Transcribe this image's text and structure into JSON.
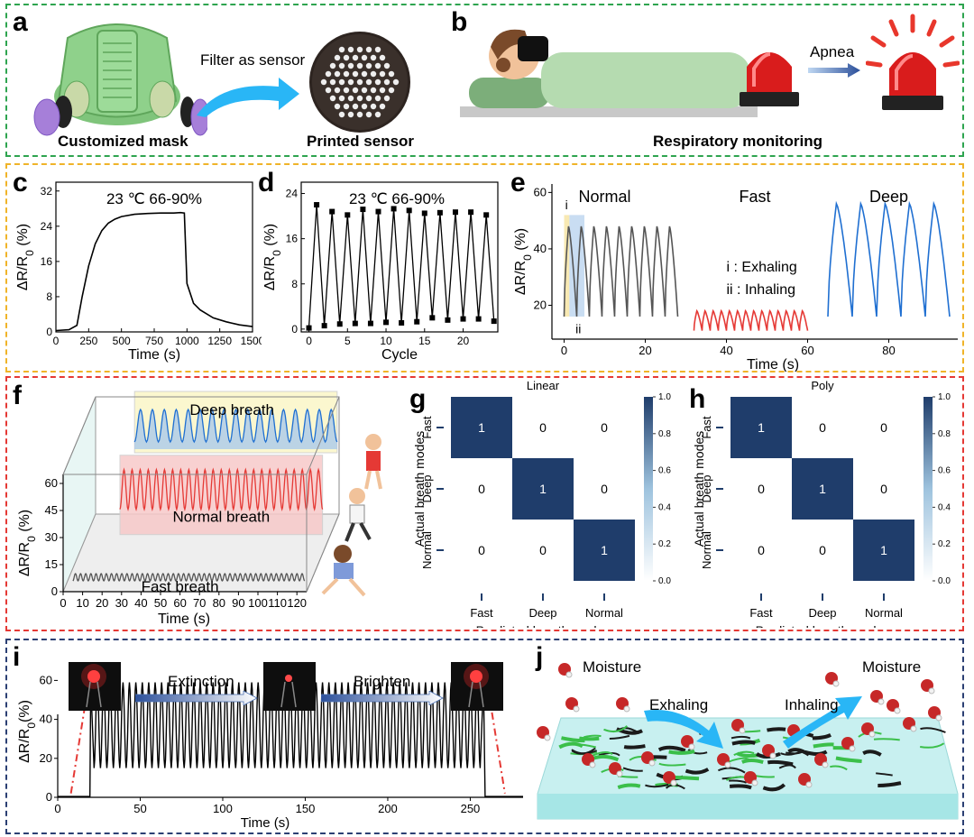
{
  "colors": {
    "box_ab": "#2ea44f",
    "box_cde": "#f0b429",
    "box_fgh": "#e53935",
    "box_ij": "#2b3f73",
    "mask_green": "#8fd18b",
    "arrow_cyan": "#29b6f6",
    "heat_dark": "#1f3d6b",
    "red_trace": "#e53935",
    "blue_trace": "#1f6fd1",
    "gray_trace": "#555555"
  },
  "panel_labels": [
    "a",
    "b",
    "c",
    "d",
    "e",
    "f",
    "g",
    "h",
    "i",
    "j"
  ],
  "panel_a": {
    "arrow_label": "Filter as sensor",
    "caption_left": "Customized mask",
    "caption_right": "Printed sensor"
  },
  "panel_b": {
    "arrow_label": "Apnea",
    "caption": "Respiratory monitoring"
  },
  "panel_j": {
    "moisture_left": "Moisture",
    "moisture_right": "Moisture",
    "exhaling": "Exhaling",
    "inhaling": "Inhaling"
  },
  "chart_data": [
    {
      "panel": "c",
      "type": "line",
      "title": "23 ℃ 66-90%",
      "xlabel": "Time (s)",
      "ylabel": "ΔR/R0 (%)",
      "xlim": [
        0,
        1500
      ],
      "ylim": [
        0,
        34
      ],
      "xticks": [
        "0",
        "250",
        "500",
        "750",
        "1000",
        "1250",
        "1500"
      ],
      "yticks": [
        "0",
        "8",
        "16",
        "24",
        "32"
      ],
      "x": [
        0,
        100,
        160,
        200,
        250,
        300,
        350,
        400,
        450,
        500,
        600,
        700,
        800,
        900,
        950,
        980,
        1000,
        1050,
        1100,
        1200,
        1300,
        1400,
        1500
      ],
      "y": [
        0.3,
        0.5,
        1.5,
        8,
        15,
        20,
        23,
        24.7,
        25.6,
        26.2,
        26.7,
        26.9,
        27,
        27,
        27.1,
        27,
        11,
        6.5,
        5,
        3.2,
        2.3,
        1.6,
        1.2
      ]
    },
    {
      "panel": "d",
      "type": "line",
      "title": "23 ℃ 66-90%",
      "xlabel": "Cycle",
      "ylabel": "ΔR/R0 (%)",
      "xlim": [
        -1,
        24.5
      ],
      "ylim": [
        -0.5,
        26
      ],
      "xticks": [
        "0",
        "5",
        "10",
        "15",
        "20"
      ],
      "yticks": [
        "0",
        "8",
        "16",
        "24"
      ],
      "x": [
        0,
        1,
        2,
        3,
        4,
        5,
        6,
        7,
        8,
        9,
        10,
        11,
        12,
        13,
        14,
        15,
        16,
        17,
        18,
        19,
        20,
        21,
        22,
        23,
        24
      ],
      "y": [
        0.2,
        22,
        0.6,
        20.8,
        0.9,
        20.2,
        1,
        21.2,
        1,
        20.8,
        1.2,
        21.3,
        1.1,
        21,
        1.3,
        20.5,
        2,
        20.6,
        1.6,
        20.7,
        1.8,
        20.7,
        1.8,
        20.2,
        1.4
      ]
    },
    {
      "panel": "e",
      "type": "line",
      "xlabel": "Time (s)",
      "ylabel": "ΔR/R0 (%)",
      "xlim": [
        -3,
        97
      ],
      "ylim": [
        8,
        63
      ],
      "xticks": [
        "0",
        "20",
        "40",
        "60",
        "80"
      ],
      "yticks": [
        "20",
        "40",
        "60"
      ],
      "annotations": [
        "Normal",
        "Fast",
        "Deep",
        "i",
        "ii",
        "i : Exhaling",
        "ii : Inhaling"
      ],
      "series": [
        {
          "name": "Normal",
          "x0": 0,
          "x1": 28,
          "cycles": 9,
          "min": 16,
          "max": 48
        },
        {
          "name": "Fast",
          "x0": 32,
          "x1": 60,
          "cycles": 14,
          "min": 11,
          "max": 18
        },
        {
          "name": "Deep",
          "x0": 65,
          "x1": 95,
          "cycles": 5,
          "min": 16,
          "max": 56
        }
      ]
    },
    {
      "panel": "f",
      "type": "line",
      "xlabel": "Time (s)",
      "ylabel": "ΔR/R0 (%)",
      "xlim": [
        0,
        125
      ],
      "ylim": [
        0,
        65
      ],
      "xticks": [
        "0",
        "10",
        "20",
        "30",
        "40",
        "50",
        "60",
        "70",
        "80",
        "90",
        "100",
        "110",
        "120"
      ],
      "yticks": [
        "0",
        "15",
        "30",
        "45",
        "60"
      ],
      "series": [
        {
          "name": "Fast breath",
          "cycles": 45
        },
        {
          "name": "Normal breath",
          "cycles": 25
        },
        {
          "name": "Deep breath",
          "cycles": 17
        }
      ]
    },
    {
      "panel": "g",
      "type": "heatmap",
      "title": "Linear",
      "xlabel": "Predicted breath modes",
      "ylabel": "Actual breath modes",
      "categories": [
        "Fast",
        "Deep",
        "Normal"
      ],
      "values": [
        [
          "1",
          "0",
          "0"
        ],
        [
          "0",
          "1",
          "0"
        ],
        [
          "0",
          "0",
          "1"
        ]
      ],
      "colorbar_ticks": [
        "1.0",
        "0.8",
        "0.6",
        "0.4",
        "0.2",
        "0.0"
      ]
    },
    {
      "panel": "h",
      "type": "heatmap",
      "title": "Poly",
      "xlabel": "Predicted breath modes",
      "ylabel": "Actual breath modes",
      "categories": [
        "Fast",
        "Deep",
        "Normal"
      ],
      "values": [
        [
          "1",
          "0",
          "0"
        ],
        [
          "0",
          "1",
          "0"
        ],
        [
          "0",
          "0",
          "1"
        ]
      ],
      "colorbar_ticks": [
        "1.0",
        "0.8",
        "0.6",
        "0.4",
        "0.2",
        "0.0"
      ]
    },
    {
      "panel": "i",
      "type": "line",
      "xlabel": "Time (s)",
      "ylabel": "ΔR/R0(%)",
      "xlim": [
        0,
        282
      ],
      "ylim": [
        0,
        75
      ],
      "xticks": [
        "0",
        "50",
        "100",
        "150",
        "200",
        "250"
      ],
      "yticks": [
        "0",
        "20",
        "40",
        "60"
      ],
      "annotations": [
        "Extinction",
        "Brighten"
      ],
      "rise_at": 20,
      "fall_at": 258,
      "cycles": 60,
      "min": 15,
      "max": 59
    }
  ]
}
